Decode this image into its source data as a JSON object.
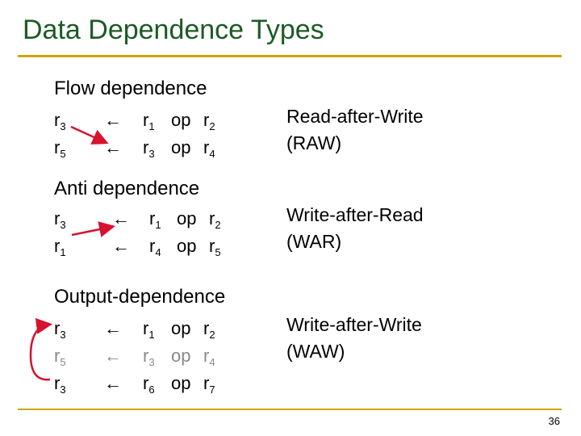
{
  "slide": {
    "title": "Data Dependence Types",
    "page_number": "36"
  },
  "arrow_symbol": "←",
  "accent_color": "#c9a800",
  "title_color": "#1c5a25",
  "arrow_color": "#d6122e",
  "sections": [
    {
      "heading": "Flow dependence",
      "label_line1": "Read-after-Write",
      "label_line2": "(RAW)",
      "rows": [
        {
          "dest": "r",
          "dest_sub": "3",
          "src1": "r",
          "src1_sub": "1",
          "op": "op",
          "src2": "r",
          "src2_sub": "2"
        },
        {
          "dest": "r",
          "dest_sub": "5",
          "src1": "r",
          "src1_sub": "3",
          "op": "op",
          "src2": "r",
          "src2_sub": "4"
        }
      ]
    },
    {
      "heading": "Anti dependence",
      "label_line1": "Write-after-Read",
      "label_line2": "(WAR)",
      "rows": [
        {
          "dest": "r",
          "dest_sub": "3",
          "src1": "r",
          "src1_sub": "1",
          "op": "op",
          "src2": "r",
          "src2_sub": "2"
        },
        {
          "dest": "r",
          "dest_sub": "1",
          "src1": "r",
          "src1_sub": "4",
          "op": "op",
          "src2": "r",
          "src2_sub": "5"
        }
      ]
    },
    {
      "heading": "Output-dependence",
      "label_line1": "Write-after-Write",
      "label_line2": "(WAW)",
      "rows": [
        {
          "dest": "r",
          "dest_sub": "3",
          "src1": "r",
          "src1_sub": "1",
          "op": "op",
          "src2": "r",
          "src2_sub": "2"
        },
        {
          "dest": "r",
          "dest_sub": "5",
          "src1": "r",
          "src1_sub": "3",
          "op": "op",
          "src2": "r",
          "src2_sub": "4"
        },
        {
          "dest": "r",
          "dest_sub": "3",
          "src1": "r",
          "src1_sub": "6",
          "op": "op",
          "src2": "r",
          "src2_sub": "7"
        }
      ]
    }
  ]
}
